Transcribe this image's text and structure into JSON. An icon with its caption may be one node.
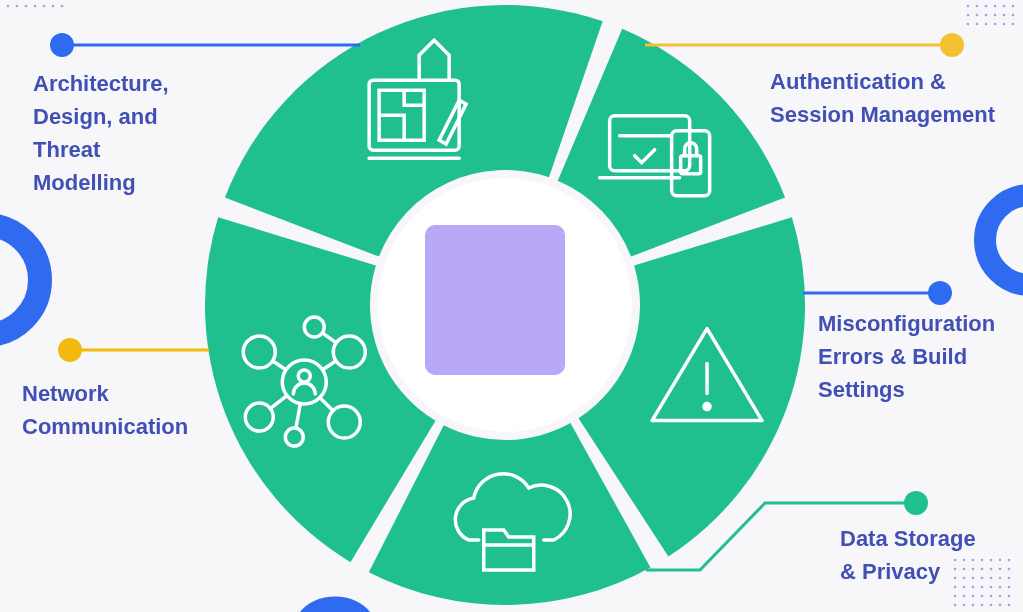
{
  "diagram": {
    "nodes": [
      {
        "text": [
          "Architecture, Design, and Threat Modelling"
        ]
      },
      {
        "text": [],
        "shape": "picture"
      },
      {
        "text": [
          "Authentication & Session Management"
        ]
      },
      {
        "text": [],
        "shape": "picture"
      },
      {
        "text": [
          "Misconfiguration Errors & Build Settings"
        ]
      },
      {
        "text": [],
        "shape": "picture"
      },
      {
        "text": [
          "Network Communication"
        ]
      },
      {
        "text": [],
        "shape": "picture"
      },
      {
        "text": [
          "Data Storage & Privacy"
        ]
      },
      {
        "text": [],
        "shape": "picture"
      }
    ],
    "edges": [
      {
        "from": 0,
        "to": 1,
        "arrow": "other",
        "color": "#2f6bf0"
      },
      {
        "from": 2,
        "to": 3,
        "arrow": "other",
        "color": "#f2c230"
      },
      {
        "from": 4,
        "to": 5,
        "arrow": "other",
        "color": "#2f6bf0"
      },
      {
        "from": 6,
        "to": 7,
        "arrow": "other",
        "color": "#f2b90f"
      },
      {
        "from": 8,
        "to": 9,
        "arrow": "other",
        "color": "#1fbf8f"
      }
    ]
  }
}
